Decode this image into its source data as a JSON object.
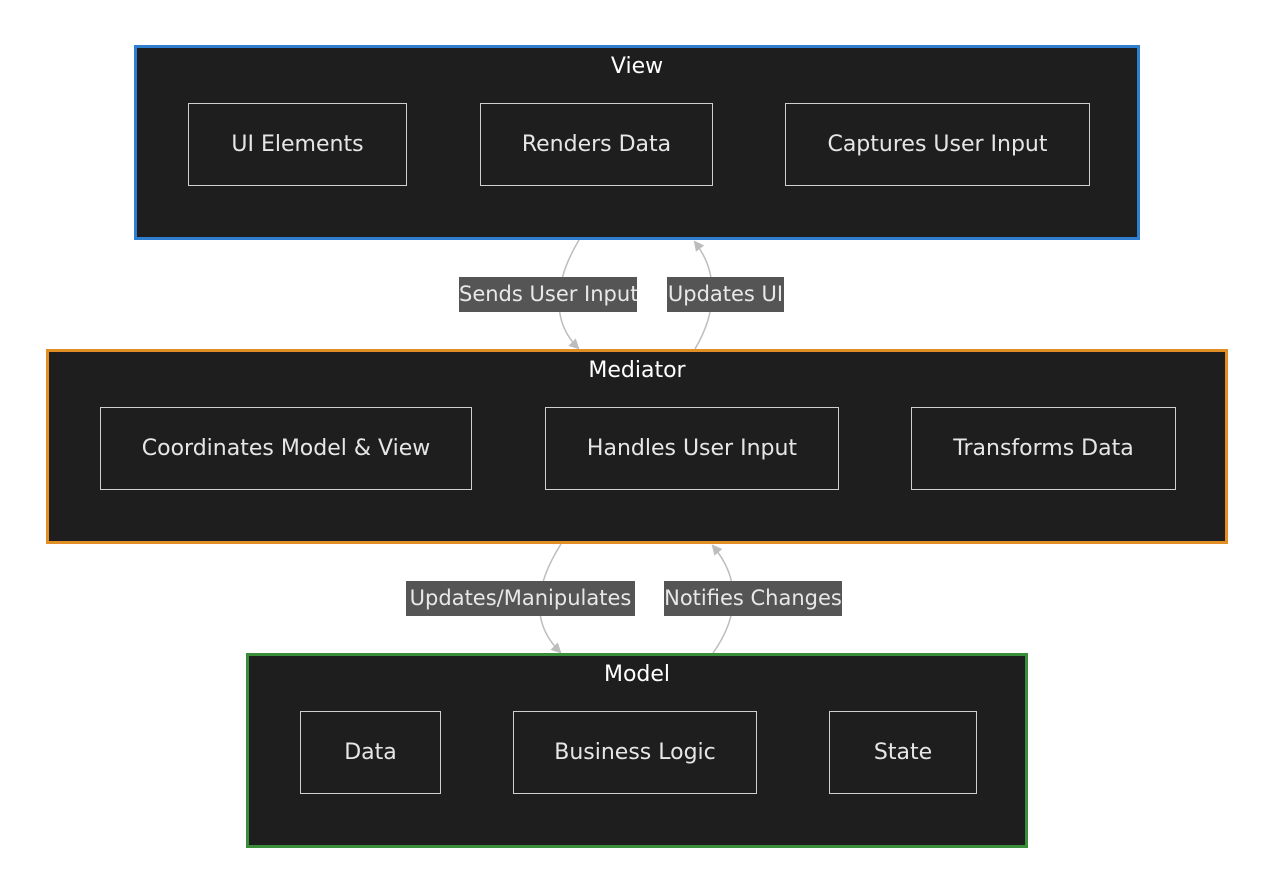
{
  "colors": {
    "background": "#ffffff",
    "group_fill": "#1e1e1e",
    "view_border": "#2f7fd0",
    "mediator_border": "#e08e25",
    "model_border": "#3a8e3a",
    "node_border": "#cfcfcf",
    "edge_color": "#bdbdbd",
    "edge_label_fill": "#555555"
  },
  "groups": {
    "view": {
      "title": "View",
      "nodes": [
        "UI Elements",
        "Renders Data",
        "Captures User Input"
      ]
    },
    "mediator": {
      "title": "Mediator",
      "nodes": [
        "Coordinates Model & View",
        "Handles User Input",
        "Transforms Data"
      ]
    },
    "model": {
      "title": "Model",
      "nodes": [
        "Data",
        "Business Logic",
        "State"
      ]
    }
  },
  "edges": [
    {
      "from": "View",
      "to": "Mediator",
      "label": "Sends User Input"
    },
    {
      "from": "Mediator",
      "to": "View",
      "label": "Updates UI"
    },
    {
      "from": "Mediator",
      "to": "Model",
      "label": "Updates/Manipulates"
    },
    {
      "from": "Model",
      "to": "Mediator",
      "label": "Notifies Changes"
    }
  ]
}
